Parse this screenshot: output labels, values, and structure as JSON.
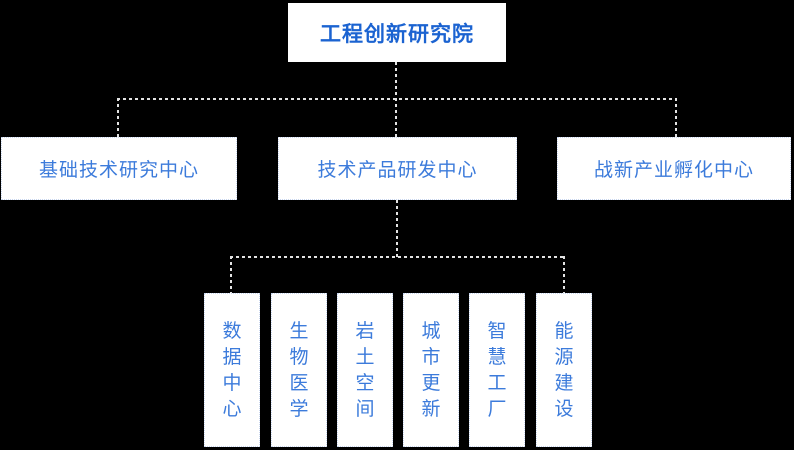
{
  "diagram": {
    "type": "org-chart",
    "org": {
      "label": "工程创新研究院",
      "children": [
        {
          "label": "基础技术研究中心",
          "children": []
        },
        {
          "label": "技术产品研发中心",
          "children": [
            {
              "label": "数据中心"
            },
            {
              "label": "生物医学"
            },
            {
              "label": "岩土空间"
            },
            {
              "label": "城市更新"
            },
            {
              "label": "智慧工厂"
            },
            {
              "label": "能源建设"
            }
          ]
        },
        {
          "label": "战新产业孵化中心",
          "children": []
        }
      ]
    },
    "colors": {
      "background": "#000000",
      "node_background": "#ffffff",
      "root_text": "#1b63d1",
      "node_text": "#3c7bdb",
      "node_border_dotted": "#c9d7f0",
      "connector_dotted": "#e3e3e3"
    }
  }
}
